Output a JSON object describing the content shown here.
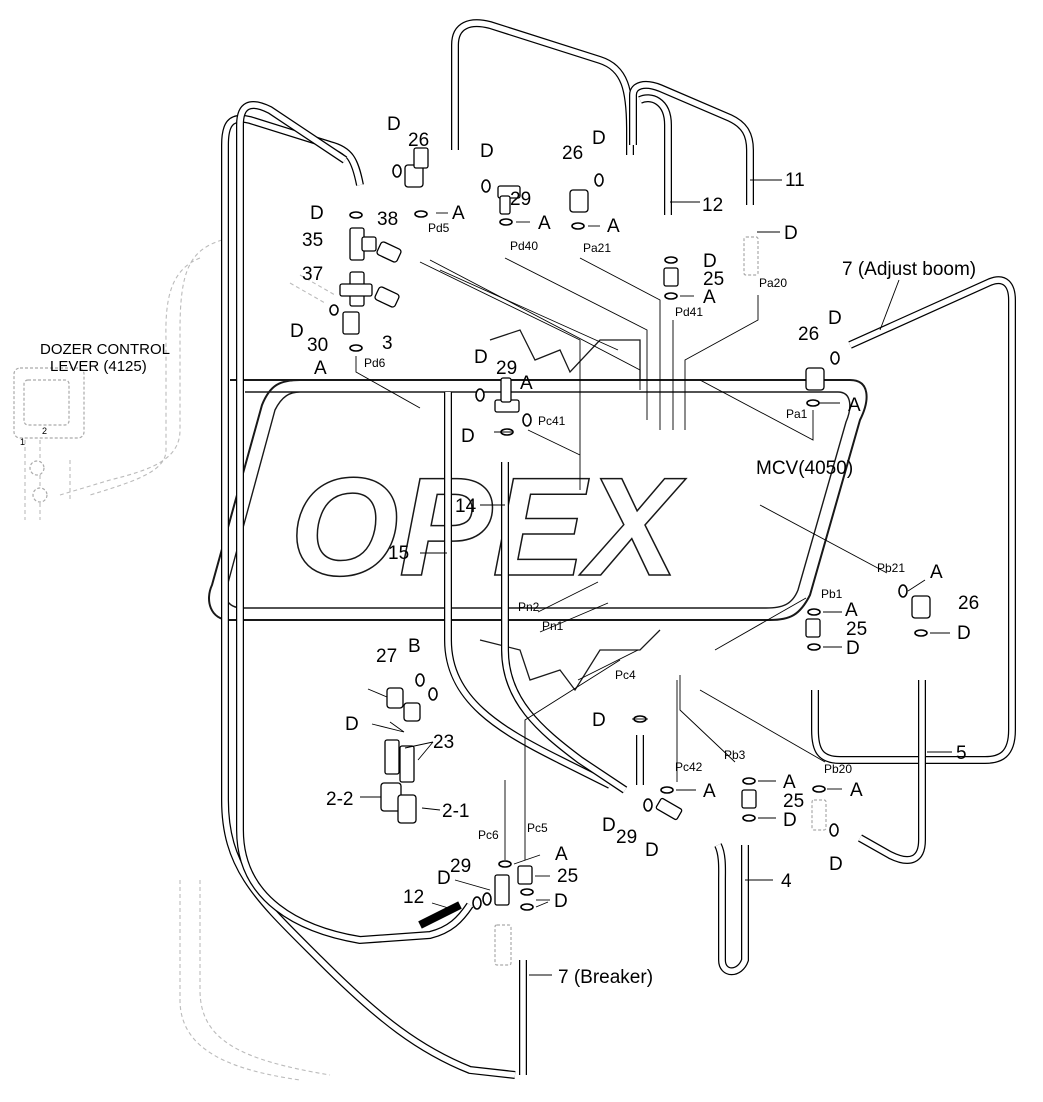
{
  "diagram": {
    "labels": {
      "dozer_title_1": "DOZER CONTROL",
      "dozer_title_2": "LEVER (4125)",
      "mcv": "MCV(4050)",
      "adjust_boom": "7 (Adjust boom)",
      "breaker": "7 (Breaker)",
      "p1": "1",
      "p2": "2",
      "p3": "3",
      "p4": "4",
      "p5": "5",
      "p11": "11",
      "p12a": "12",
      "p12b": "12",
      "p14": "14",
      "p15": "15",
      "p21": "2-1",
      "p22": "2-2",
      "p23": "23",
      "p25a": "25",
      "p25b": "25",
      "p25c": "25",
      "p25d": "25",
      "p26a": "26",
      "p26b": "26",
      "p26c": "26",
      "p26d": "26",
      "p27": "27",
      "p29a": "29",
      "p29b": "29",
      "p29c": "29",
      "p29d": "29",
      "p30": "30",
      "p35": "35",
      "p37": "37",
      "p38": "38",
      "pB": "B",
      "d_letter": "D",
      "a_letter": "A"
    },
    "ports": {
      "pd5": "Pd5",
      "pd6": "Pd6",
      "pd40": "Pd40",
      "pd41": "Pd41",
      "pa21": "Pa21",
      "pa20": "Pa20",
      "pa1": "Pa1",
      "pc41": "Pc41",
      "pb21": "Pb21",
      "pb1": "Pb1",
      "pn2": "Pn2",
      "pn1": "Pn1",
      "pc4": "Pc4",
      "pb3": "Pb3",
      "pc42": "Pc42",
      "pb20": "Pb20",
      "pc6": "Pc6",
      "pc5": "Pc5"
    },
    "watermark": "OPEX"
  }
}
